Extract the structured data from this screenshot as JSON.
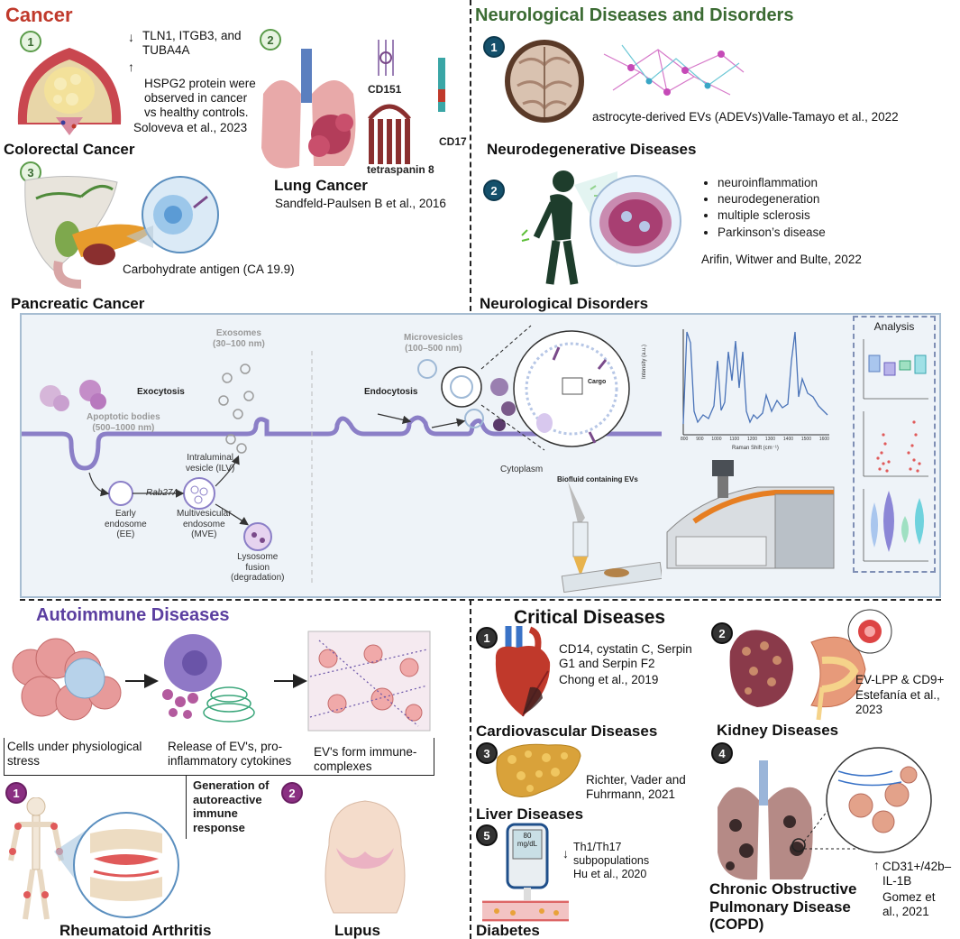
{
  "cancer": {
    "title": "Cancer",
    "colorectal": {
      "badge": "1",
      "markers_down": "TLN1, ITGB3, and TUBA4A",
      "markers_up": "HSPG2 protein were observed in cancer vs healthy controls.",
      "citation": "Soloveva et al., 2023",
      "label": "Colorectal Cancer"
    },
    "lung": {
      "badge": "2",
      "cd151": "CD151",
      "cd17": "CD17",
      "tetraspanin": "tetraspanin 8",
      "label": "Lung Cancer",
      "citation": "Sandfeld-Paulsen B et al., 2016"
    },
    "pancreatic": {
      "badge": "3",
      "antigen": "Carbohydrate antigen (CA 19.9)",
      "label": "Pancreatic Cancer"
    }
  },
  "neuro": {
    "title": "Neurological Diseases and Disorders",
    "degenerative": {
      "badge": "1",
      "text": "astrocyte-derived EVs (ADEVs)Valle-Tamayo et al., 2022",
      "label": "Neurodegenerative Diseases"
    },
    "disorders": {
      "badge": "2",
      "bullets": [
        "neuroinflammation",
        "neurodegeneration",
        "multiple sclerosis",
        "Parkinson’s disease"
      ],
      "citation": "Arifin, Witwer and Bulte, 2022",
      "label": "Neurological Disorders"
    }
  },
  "panel": {
    "exosomes": "Exosomes\n(30–100 nm)",
    "microvesicles": "Microvesicles\n(100–500 nm)",
    "apoptotic": "Apoptotic bodies\n(500–1000 nm)",
    "exocytosis": "Exocytosis",
    "endocytosis": "Endocytosis",
    "cargo": "Cargo",
    "cytoplasm": "Cytoplasm",
    "ilv": "Intraluminal\nvesicle (ILV)",
    "rab": "Rab27A",
    "ee": "Early\nendosome\n(EE)",
    "mve": "Multivesicular\nendosome\n(MVE)",
    "lysosome": "Lysosome\nfusion\n(degradation)",
    "biofluid": "Biofluid containing EVs",
    "analysis": "Analysis",
    "spectrum_ylabel": "Intensity (a.u.)",
    "spectrum_xlabel": "Raman Shift (cm⁻¹)",
    "spectrum_ticks": [
      "800",
      "900",
      "1000",
      "1100",
      "1200",
      "1300",
      "1400",
      "1500",
      "1600"
    ]
  },
  "autoimmune": {
    "title": "Autoimmune Diseases",
    "step1": "Cells under physiological stress",
    "step2": "Release of EV's, pro-inflammatory cytokines",
    "step3": "EV's form immune-complexes",
    "generation": "Generation of autoreactive immune response",
    "ra_badge": "1",
    "ra_label": "Rheumatoid Arthritis",
    "lupus_badge": "2",
    "lupus_label": "Lupus"
  },
  "critical": {
    "title": "Critical Diseases",
    "cardio": {
      "badge": "1",
      "markers": "CD14, cystatin C, Serpin G1 and Serpin F2",
      "citation": "Chong et al., 2019",
      "label": "Cardiovascular Diseases"
    },
    "kidney": {
      "badge": "2",
      "markers": "EV-LPP & CD9+",
      "citation": "Estefanía et al., 2023",
      "label": "Kidney Diseases"
    },
    "liver": {
      "badge": "3",
      "citation": "Richter, Vader and Fuhrmann, 2021",
      "label": "Liver Diseases"
    },
    "copd": {
      "badge": "4",
      "markers": "CD31+/42b–\nIL-1B",
      "citation": "Gomez et al., 2021",
      "label": "Chronic Obstructive Pulmonary Disease (COPD)"
    },
    "diabetes": {
      "badge": "5",
      "meter": "80\nmg/dL",
      "markers": "Th1/Th17 subpopulations",
      "citation": "Hu et al., 2020",
      "label": "Diabetes"
    }
  },
  "colors": {
    "cancer": "#c0392b",
    "neuro": "#3b6b33",
    "autoimmune": "#5b3fa0",
    "panel_bg": "#eef3f8",
    "membrane": "#8b7fc7"
  }
}
